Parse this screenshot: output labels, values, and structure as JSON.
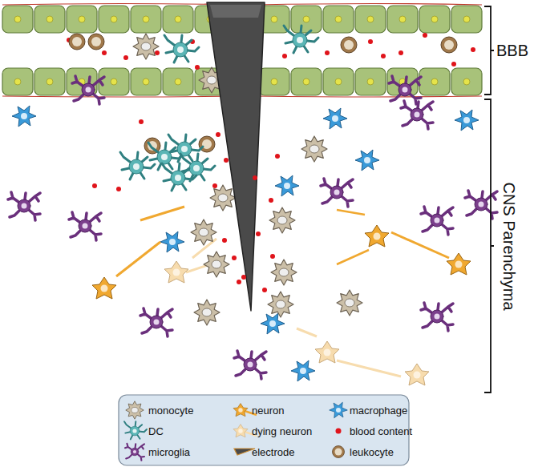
{
  "diagram": {
    "labels": [
      "BBB",
      "CNS Parenchyma"
    ],
    "legend": [
      {
        "text": "monocyte"
      },
      {
        "text": "neuron"
      },
      {
        "text": "macrophage"
      },
      {
        "text": "DC"
      },
      {
        "text": "dying neuron"
      },
      {
        "text": "blood content"
      },
      {
        "text": "microglia"
      },
      {
        "text": "electrode"
      },
      {
        "text": "leukocyte"
      }
    ]
  }
}
